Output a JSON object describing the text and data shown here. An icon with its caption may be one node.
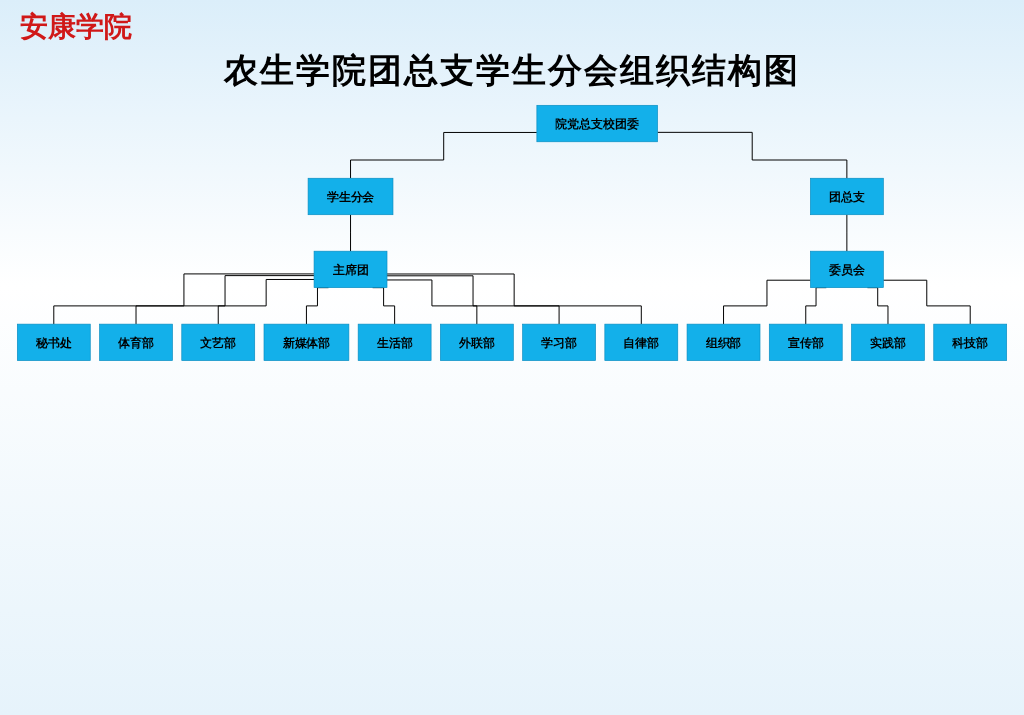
{
  "diagram": {
    "title": "农生学院团总支学生分会组织结构图",
    "nodes": [
      {
        "text": [
          "院党总支校团委"
        ]
      },
      {
        "text": [
          "学生分会"
        ]
      },
      {
        "text": [
          "团总支"
        ]
      },
      {
        "text": [
          "主席团"
        ]
      },
      {
        "text": [
          "委员会"
        ]
      },
      {
        "text": [
          "秘书处"
        ]
      },
      {
        "text": [
          "体育部"
        ]
      },
      {
        "text": [
          "文艺部"
        ]
      },
      {
        "text": [
          "新媒体部"
        ]
      },
      {
        "text": [
          "生活部"
        ]
      },
      {
        "text": [
          "外联部"
        ]
      },
      {
        "text": [
          "学习部"
        ]
      },
      {
        "text": [
          "自律部"
        ]
      },
      {
        "text": [
          "组织部"
        ]
      },
      {
        "text": [
          "宣传部"
        ]
      },
      {
        "text": [
          "实践部"
        ]
      },
      {
        "text": [
          "科技部"
        ]
      }
    ],
    "edges": [
      {
        "from": 0,
        "to": 1,
        "arrow": "none"
      },
      {
        "from": 0,
        "to": 2,
        "arrow": "none"
      },
      {
        "from": 1,
        "to": 3,
        "arrow": "none"
      },
      {
        "from": 2,
        "to": 4,
        "arrow": "none"
      },
      {
        "from": 3,
        "to": 5,
        "arrow": "none"
      },
      {
        "from": 3,
        "to": 6,
        "arrow": "none"
      },
      {
        "from": 3,
        "to": 7,
        "arrow": "none"
      },
      {
        "from": 3,
        "to": 8,
        "arrow": "none"
      },
      {
        "from": 3,
        "to": 9,
        "arrow": "none"
      },
      {
        "from": 3,
        "to": 10,
        "arrow": "none"
      },
      {
        "from": 3,
        "to": 11,
        "arrow": "none"
      },
      {
        "from": 3,
        "to": 12,
        "arrow": "none"
      },
      {
        "from": 4,
        "to": 13,
        "arrow": "none"
      },
      {
        "from": 4,
        "to": 14,
        "arrow": "none"
      },
      {
        "from": 4,
        "to": 15,
        "arrow": "none"
      },
      {
        "from": 4,
        "to": 16,
        "arrow": "none"
      }
    ],
    "labels": [
      "安康学院"
    ]
  }
}
